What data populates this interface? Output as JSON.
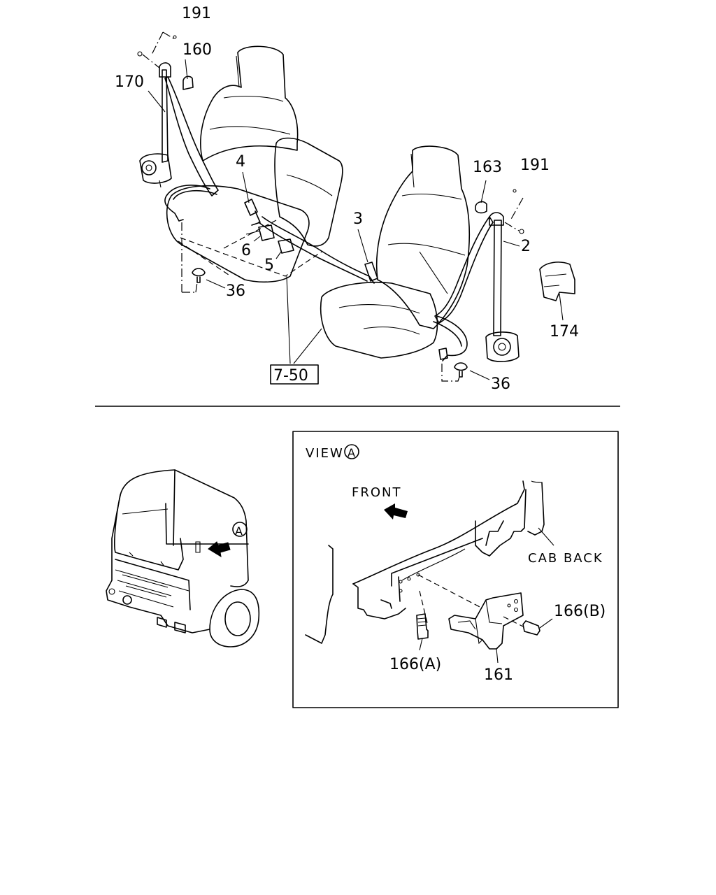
{
  "callouts": {
    "c191_left": "191",
    "c160": "160",
    "c170": "170",
    "c4": "4",
    "c3": "3",
    "c6": "6",
    "c5": "5",
    "c36_left": "36",
    "c163": "163",
    "c191_right": "191",
    "c2": "2",
    "c174": "174",
    "c36_right": "36",
    "ref_box": "7-50"
  },
  "view": {
    "label": "VIEW",
    "marker": "A",
    "front": "FRONT",
    "cab_back": "CAB BACK",
    "c166a": "166(A)",
    "c166b": "166(B)",
    "c161": "161"
  },
  "truck": {
    "marker": "A"
  }
}
